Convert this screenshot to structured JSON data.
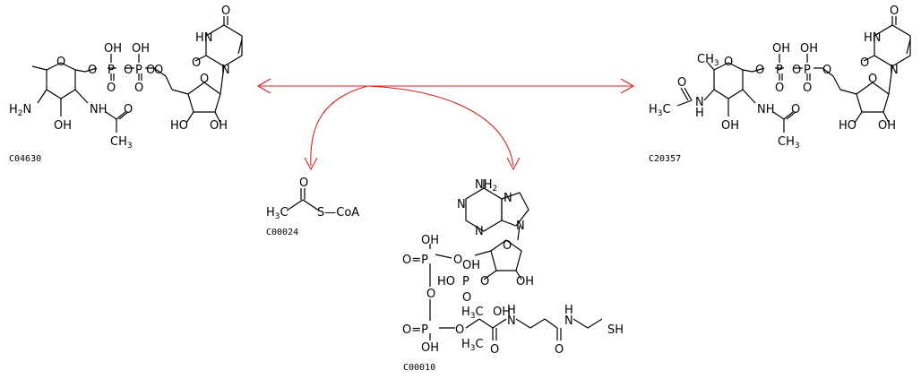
{
  "colors": {
    "arrow": "#d42020",
    "structure": "#000000",
    "background": "#ffffff"
  },
  "compounds": {
    "c04630": {
      "id": "C04630",
      "labels": {
        "o_top": "O",
        "hn": "HN",
        "o_left": "O",
        "oh1": "OH",
        "oh2": "OH",
        "o_ring": "O",
        "o_link1": "O",
        "p1": "P",
        "o_link2": "O",
        "p2": "P",
        "o_link3": "O",
        "o_dbl1": "O",
        "o_dbl2": "O",
        "n_ring": "N",
        "o_sugar": "O",
        "o_link4": "O",
        "h2n": "H",
        "h2n_sub": "2",
        "h2n_n": "N",
        "nh": "NH",
        "oh3": "OH",
        "o_acetyl": "O",
        "ch3": "CH",
        "ch3_sub": "3",
        "ho1": "HO",
        "oh4": "OH"
      }
    },
    "c20357": {
      "id": "C20357",
      "labels": {
        "o_top": "O",
        "hn": "HN",
        "o_left": "O",
        "oh1": "OH",
        "oh2": "OH",
        "ch3": "CH",
        "ch3_sub": "3",
        "o_ring": "O",
        "o_link1": "O",
        "p1": "P",
        "o_link2": "O",
        "p2": "P",
        "o_link3": "O",
        "o_dbl1": "O",
        "o_dbl2": "O",
        "n_ring": "N",
        "o_sugar": "O",
        "o_acyl": "O",
        "h3c": "H",
        "h3c_sub": "3",
        "h3c_c": "C",
        "nh1": "N",
        "nh1_h": "H",
        "oh3": "OH",
        "nh2": "NH",
        "o_acyl2": "O",
        "ch3b": "CH",
        "ch3b_sub": "3",
        "ho": "HO",
        "oh4": "OH"
      }
    },
    "c00024": {
      "id": "C00024",
      "labels": {
        "o": "O",
        "h3c": "H",
        "h3c_sub": "3",
        "h3c_c": "C",
        "s_coa": "S—CoA"
      }
    },
    "c00010": {
      "id": "C00010",
      "labels": {
        "nh2": "NH",
        "nh2_sub": "2",
        "n1": "N",
        "n2": "N",
        "n3": "N",
        "n4": "N",
        "oh_top": "OH",
        "o_eq_p1": "O=P",
        "o_link1": "O",
        "o_sugar": "O",
        "oh_mid": "OH",
        "o_mid": "O",
        "ho_p": "HO",
        "p_mid": "P",
        "o_p": "O",
        "oh_right": "OH",
        "o_chain": "O",
        "o_eq_p2": "O=P",
        "o_chain2": "O",
        "h3c1": "H",
        "h3c1_sub": "3",
        "h3c1_c": "C",
        "oh_chain": "OH",
        "nh_a": "N",
        "nh_a_h": "H",
        "nh_b": "N",
        "nh_b_h": "H",
        "sh": "SH",
        "oh_bottom": "OH",
        "h3c2": "H",
        "h3c2_sub": "3",
        "h3c2_c": "C",
        "o_amide1": "O",
        "o_amide2": "O"
      }
    }
  }
}
